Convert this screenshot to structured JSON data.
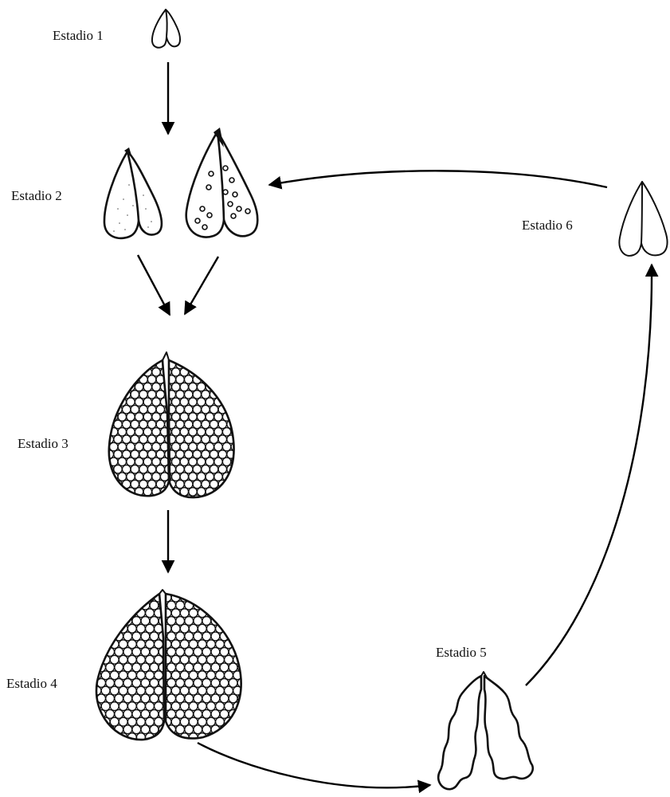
{
  "stages": [
    {
      "id": 1,
      "label": "Estadio 1"
    },
    {
      "id": 2,
      "label": "Estadio 2"
    },
    {
      "id": 3,
      "label": "Estadio 3"
    },
    {
      "id": 4,
      "label": "Estadio 4"
    },
    {
      "id": 5,
      "label": "Estadio 5"
    },
    {
      "id": 6,
      "label": "Estadio 6"
    }
  ],
  "transitions": [
    {
      "from": 1,
      "to": 2
    },
    {
      "from": 2,
      "to": 3
    },
    {
      "from": 3,
      "to": 4
    },
    {
      "from": 4,
      "to": 5
    },
    {
      "from": 5,
      "to": 6
    },
    {
      "from": 6,
      "to": 2
    }
  ],
  "colors": {
    "ink": "#111111",
    "background": "#ffffff"
  }
}
